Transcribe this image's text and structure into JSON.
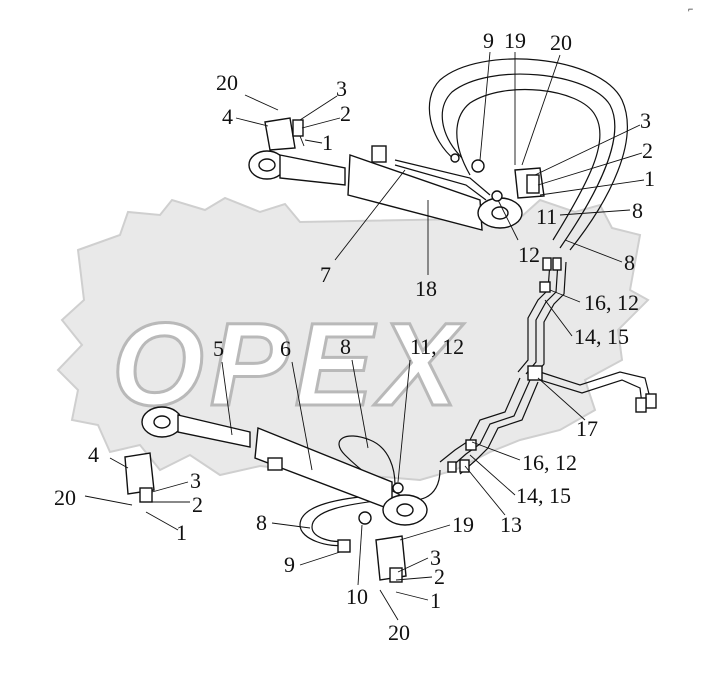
{
  "watermark": {
    "text": "OPEX"
  },
  "corner_mark": "⌐",
  "callouts": {
    "top_cylinder": {
      "label_20": "20",
      "label_4": "4",
      "label_3": "3",
      "label_2": "2",
      "label_1": "1",
      "label_7": "7",
      "label_18": "18",
      "label_12": "12",
      "label_11": "11"
    },
    "top_right": {
      "label_9": "9",
      "label_19": "19",
      "label_20": "20",
      "label_3": "3",
      "label_2": "2",
      "label_1": "1",
      "label_8a": "8",
      "label_8b": "8"
    },
    "right_manifold": {
      "label_16_12": "16, 12",
      "label_14_15": "14, 15",
      "label_17": "17",
      "label_16_12_b": "16, 12",
      "label_14_15_b": "14, 15",
      "label_13": "13"
    },
    "bottom_cylinder": {
      "label_5": "5",
      "label_6": "6",
      "label_8": "8",
      "label_11_12": "11, 12",
      "label_4": "4",
      "label_3": "3",
      "label_20": "20",
      "label_2": "2",
      "label_1": "1",
      "label_8b": "8",
      "label_9": "9",
      "label_10": "10",
      "label_19": "19",
      "label_3b": "3",
      "label_2b": "2",
      "label_1b": "1",
      "label_20b": "20"
    }
  }
}
